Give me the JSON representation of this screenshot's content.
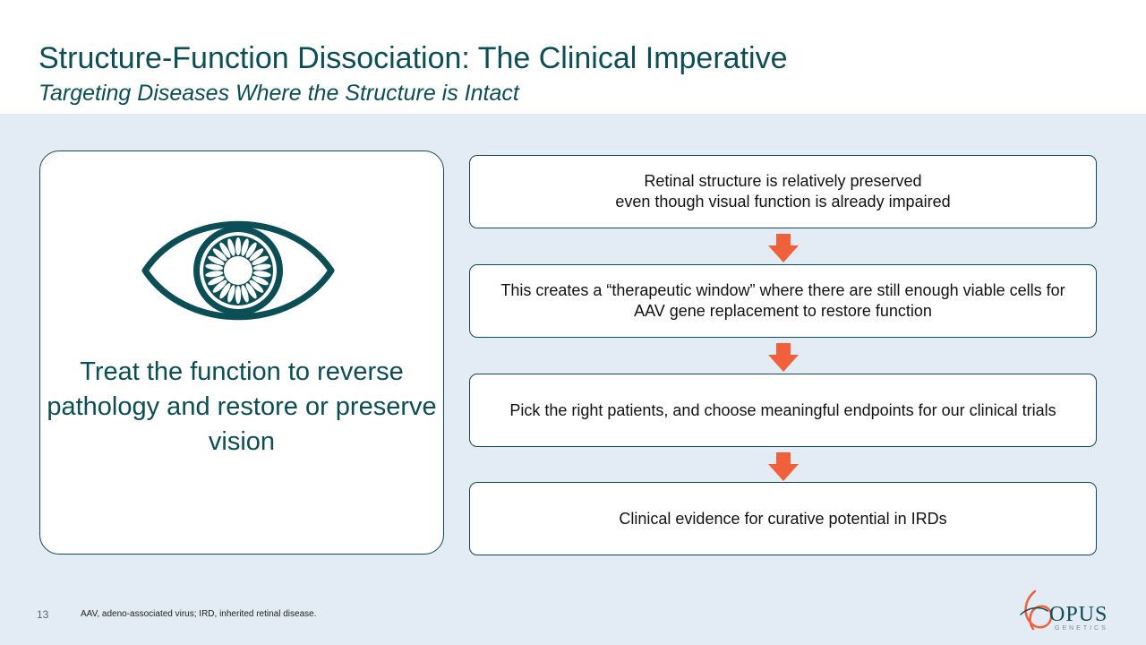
{
  "header": {
    "title": "Structure-Function Dissociation: The Clinical Imperative",
    "subtitle": "Targeting Diseases Where the Structure is Intact"
  },
  "left_panel": {
    "icon": "eye-icon",
    "statement": "Treat the function to reverse pathology and restore or preserve vision"
  },
  "flow": {
    "steps": [
      "Retinal structure is relatively preserved\neven though visual function is already impaired",
      "This creates a “therapeutic window” where there are still enough viable cells for AAV gene replacement to restore function",
      "Pick the right patients, and choose meaningful endpoints for our clinical trials",
      "Clinical evidence for curative potential in IRDs"
    ],
    "arrow_icon": "arrow-down-icon"
  },
  "footer": {
    "page_number": "13",
    "footnote": "AAV, adeno-associated virus; IRD, inherited retinal disease.",
    "logo_word": "OPUS",
    "logo_sub": "GENETICS"
  },
  "colors": {
    "primary": "#0b4e56",
    "accent": "#f0603a",
    "background": "#e3ebf4"
  }
}
